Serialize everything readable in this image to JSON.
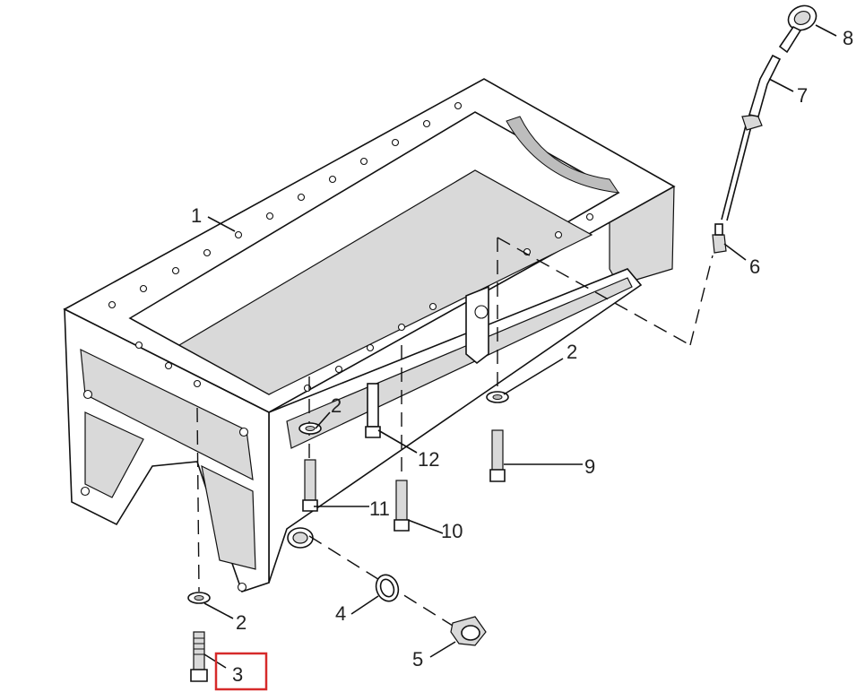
{
  "callouts": {
    "c1": "1",
    "c2a": "2",
    "c2b": "2",
    "c2c": "2",
    "c3": "3",
    "c4": "4",
    "c5": "5",
    "c6": "6",
    "c7": "7",
    "c8": "8",
    "c9": "9",
    "c10": "10",
    "c11": "11",
    "c12": "12"
  },
  "highlight": {
    "callout": "3",
    "color": "#d62a2a"
  }
}
